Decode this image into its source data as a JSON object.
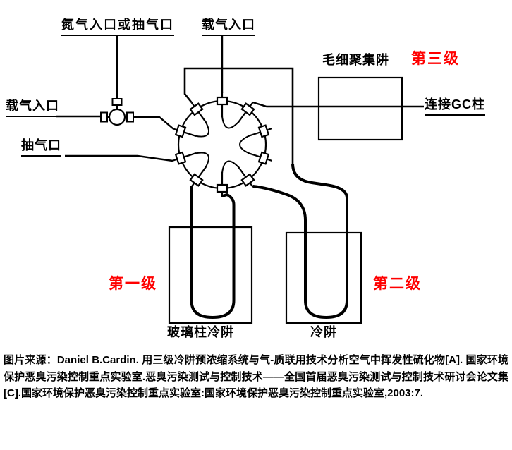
{
  "diagram": {
    "labels": {
      "nitrogen_inlet": "氮气入口或抽气口",
      "carrier_gas_inlet_top": "载气入口",
      "carrier_gas_inlet_left": "载气入口",
      "pump_port": "抽气口",
      "capillary_trap": "毛细聚集阱",
      "stage3": "第三级",
      "gc_column": "连接GC柱",
      "stage1": "第一级",
      "stage2": "第二级",
      "glass_column_trap": "玻璃柱冷阱",
      "cold_trap": "冷阱"
    },
    "colors": {
      "stage_label": "#ff0000",
      "line": "#000000",
      "background": "#ffffff"
    }
  },
  "caption": {
    "text": "图片来源：Daniel B.Cardin. 用三级冷阱预浓缩系统与气-质联用技术分析空气中挥发性硫化物[A]. 国家环境保护恶臭污染控制重点实验室.恶臭污染测试与控制技术——全国首届恶臭污染测试与控制技术研讨会论文集[C].国家环境保护恶臭污染控制重点实验室:国家环境保护恶臭污染控制重点实验室,2003:7."
  }
}
